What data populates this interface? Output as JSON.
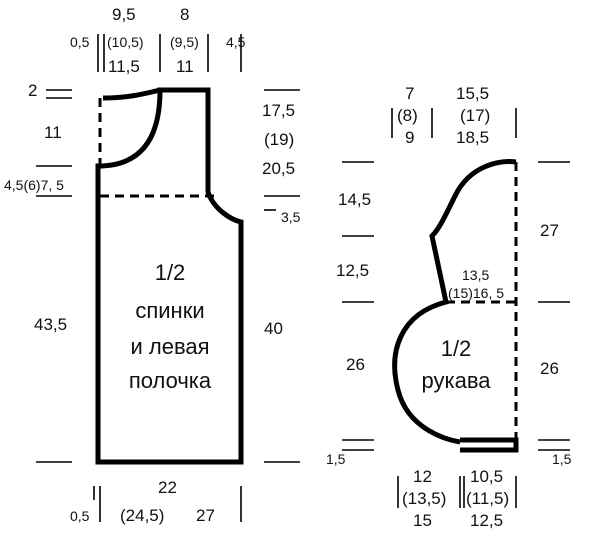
{
  "back": {
    "top": {
      "col1_a": "0,5",
      "col2_a": "9,5",
      "col2_b": "(10,5)",
      "col2_c": "11,5",
      "col3_a": "8",
      "col3_b": "(9,5)",
      "col3_c": "11",
      "col4_a": "4,5"
    },
    "left": {
      "shoulder": "2",
      "armhole": "11",
      "neck_drop": "4,5(6)7, 5",
      "body": "43,5"
    },
    "right": {
      "armhole_a": "17,5",
      "armhole_b": "(19)",
      "armhole_c": "20,5",
      "underarm": "3,5",
      "side": "40"
    },
    "bottom": {
      "left": "0,5",
      "width_a": "22",
      "width_b": "(24,5)",
      "width_c": "27"
    },
    "title": {
      "line1": "1/2",
      "line2": "спинки",
      "line3": "и левая",
      "line4": "полочка"
    }
  },
  "sleeve": {
    "top": {
      "left_a": "7",
      "left_b": "(8)",
      "left_c": "9",
      "right_a": "15,5",
      "right_b": "(17)",
      "right_c": "18,5"
    },
    "left": {
      "cap": "14,5",
      "mid": "12,5",
      "lower": "26",
      "cuff": "1,5"
    },
    "right": {
      "cap": "27",
      "lower": "26",
      "cuff": "1,5"
    },
    "mid_width_a": "13,5",
    "mid_width_b": "(15)16, 5",
    "bottom": {
      "left_a": "12",
      "left_b": "(13,5)",
      "left_c": "15",
      "right_a": "10,5",
      "right_b": "(11,5)",
      "right_c": "12,5"
    },
    "title": {
      "line1": "1/2",
      "line2": "рукава"
    }
  }
}
